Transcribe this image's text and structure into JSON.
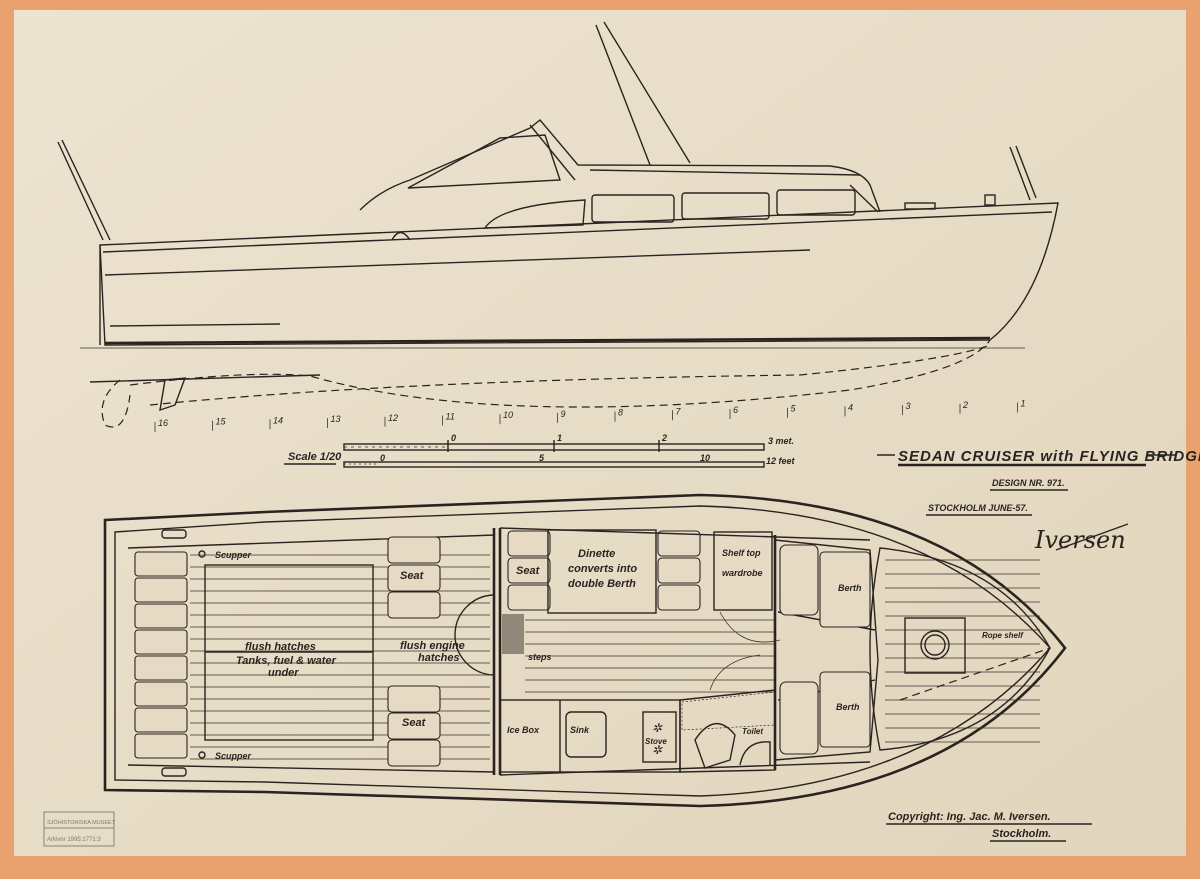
{
  "title": {
    "name": "SEDAN CRUISER with FLYING BRIDGE",
    "design": "DESIGN NR. 971.",
    "place_date": "STOCKHOLM JUNE-57.",
    "signature": "Iversen"
  },
  "copyright": {
    "line1": "Copyright: Ing. Jac. M. Iversen.",
    "line2": "Stockholm."
  },
  "stamp": {
    "line1": "SJÖHISTORISKA MUSEET",
    "line2": "Arkivnr 1995:1771:3"
  },
  "scale": {
    "label": "Scale 1/20",
    "metric_ticks": [
      "0",
      "1",
      "2"
    ],
    "metric_end": "3 met.",
    "feet_ticks": [
      "0",
      "5",
      "10"
    ],
    "feet_end": "12 feet"
  },
  "stations": [
    "16",
    "15",
    "14",
    "13",
    "12",
    "11",
    "10",
    "9",
    "8",
    "7",
    "6",
    "5",
    "4",
    "3",
    "2",
    "1"
  ],
  "plan_labels": {
    "scupper_top": "Scupper",
    "scupper_bottom": "Scupper",
    "flush_hatches": "flush hatches",
    "tanks": "Tanks, fuel & water",
    "under": "under",
    "seat_aft_top": "Seat",
    "seat_aft_bottom": "Seat",
    "engine1": "flush engine",
    "engine2": "hatches",
    "steps": "steps",
    "seat_dinette": "Seat",
    "dinette1": "Dinette",
    "dinette2": "converts into",
    "dinette3": "double Berth",
    "shelf": "Shelf top",
    "wardrobe": "wardrobe",
    "berth_top": "Berth",
    "berth_bottom": "Berth",
    "rope_shelf": "Rope shelf",
    "ice_box": "Ice Box",
    "sink": "Sink",
    "stove": "Stove",
    "toilet": "Toilet"
  },
  "colors": {
    "paper": "#e8dfcc",
    "ink": "#2a2420",
    "tape": "#e9a26e"
  }
}
